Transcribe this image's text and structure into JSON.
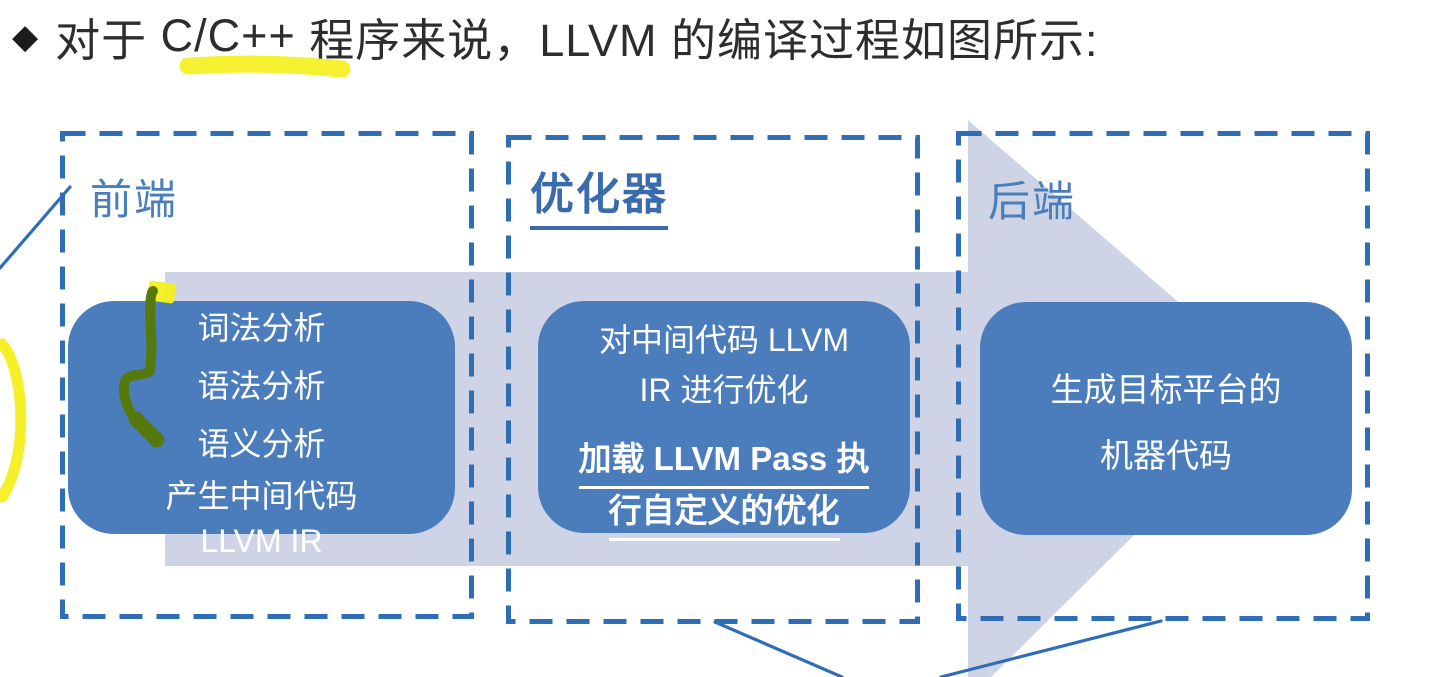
{
  "title": {
    "bullet": "◆",
    "pre": "对于 ",
    "highlight": "C/C++",
    "post": " 程序来说，LLVM 的编译过程如图所示:"
  },
  "panels": [
    {
      "id": "frontend",
      "label": "前端",
      "lines": [
        "词法分析",
        "语法分析",
        "语义分析",
        "产生中间代码",
        "LLVM IR"
      ]
    },
    {
      "id": "optimizer",
      "label": "优化器",
      "lines_normal": [
        "对中间代码 LLVM",
        "IR 进行优化"
      ],
      "lines_emphasis": [
        "加载 LLVM Pass 执",
        "行自定义的优化"
      ]
    },
    {
      "id": "backend",
      "label": "后端",
      "lines": [
        "生成目标平台的",
        "机器代码"
      ]
    }
  ],
  "annotations": {
    "yellow_underline_target": "C/C++",
    "marks": [
      "yellow-marker-underline",
      "yellow-arc-left-edge",
      "yellow-dab",
      "green-pen-squiggle",
      "blue-pointer-line-frontend",
      "blue-pointer-line-bottom-left",
      "blue-pointer-line-bottom-right"
    ]
  },
  "colors": {
    "title_text": "#2d2d2d",
    "label_blue": "#4a7ebb",
    "optimizer_label": "#3a6bad",
    "box_blue": "#4b7dbc",
    "band_gray": "#ced4e6",
    "dashed_blue": "#2f6eb5",
    "annotation_blue": "#2f6db8",
    "marker_yellow": "#f4ef1e",
    "pen_green": "#56790d",
    "box_text": "#ffffff"
  }
}
